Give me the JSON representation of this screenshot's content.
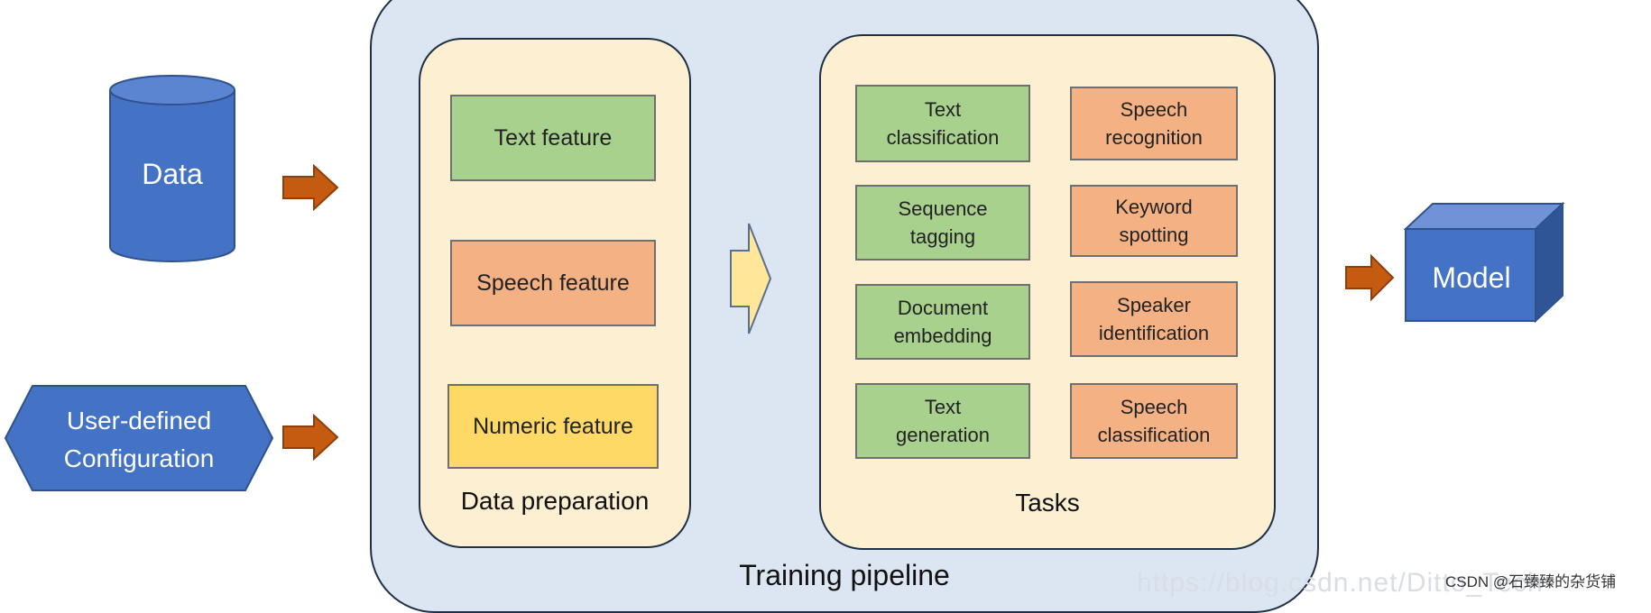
{
  "inputs": {
    "data_label": "Data",
    "config_label": "User-defined\nConfiguration"
  },
  "pipeline": {
    "title": "Training pipeline",
    "data_preparation": {
      "title": "Data preparation",
      "features": [
        {
          "label": "Text feature",
          "color": "#a9d18e"
        },
        {
          "label": "Speech feature",
          "color": "#f4b183"
        },
        {
          "label": "Numeric feature",
          "color": "#ffd966"
        }
      ]
    },
    "tasks": {
      "title": "Tasks",
      "text_tasks": [
        "Text\nclassification",
        "Sequence\ntagging",
        "Document\nembedding",
        "Text\ngeneration"
      ],
      "speech_tasks": [
        "Speech\nrecognition",
        "Keyword\nspotting",
        "Speaker\nidentification",
        "Speech\nclassification"
      ]
    }
  },
  "output": {
    "model_label": "Model"
  },
  "colors": {
    "blue_shape": "#4472c4",
    "arrow": "#c55a11",
    "pipeline_bg": "#dce6f3",
    "panel_bg": "#fcefd2",
    "big_arrow": "#ffe699"
  },
  "watermark": "https://blog.csdn.net/Ditto_Tech",
  "credit": "CSDN @石臻臻的杂货铺"
}
